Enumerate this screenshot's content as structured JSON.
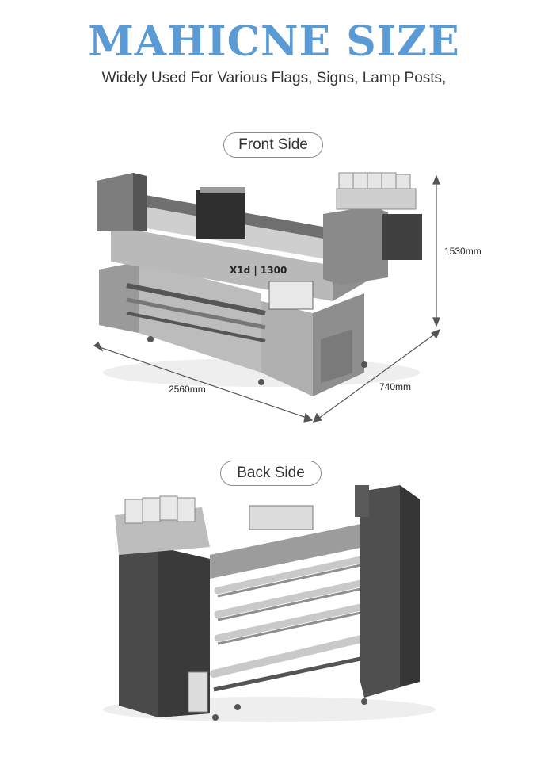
{
  "header": {
    "title": "MAHICNE SIZE",
    "subtitle": "Widely Used For Various Flags, Signs, Lamp Posts,"
  },
  "front": {
    "label": "Front Side",
    "model_badge": "X1d | 1300",
    "dimensions": {
      "height": "1530mm",
      "width": "2560mm",
      "depth": "740mm"
    }
  },
  "back": {
    "label": "Back Side"
  },
  "colors": {
    "title": "#5b9bd5",
    "machine_body": "#a6a6a6",
    "machine_dark": "#3a3a3a"
  }
}
